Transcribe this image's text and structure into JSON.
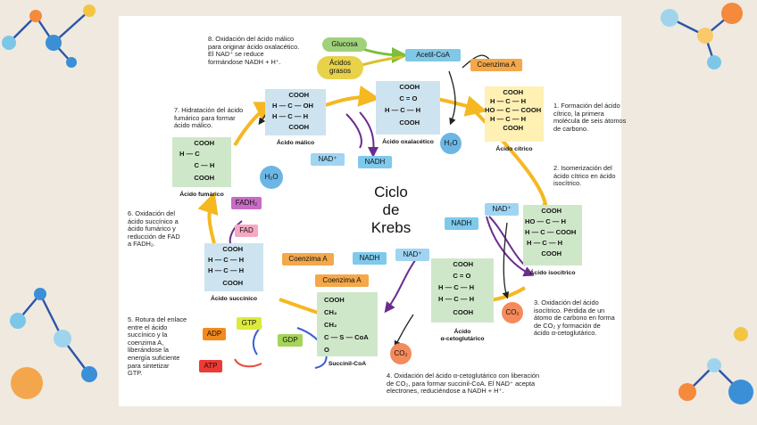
{
  "diagram_title": [
    "Ciclo",
    "de",
    "Krebs"
  ],
  "steps": [
    {
      "id": "step-1",
      "text": "1. Formación del ácido\ncítrico, la primera\nmolécula de seis átomos\nde carbono."
    },
    {
      "id": "step-2",
      "text": "2. Isomerización del\nácido cítrico en ácido\nisocítrico."
    },
    {
      "id": "step-3",
      "text": "3. Oxidación del ácido\nisocítrico. Pérdida de un\nátomo de carbono en forma\nde CO₂ y formación de\nácido α-cetoglutárico."
    },
    {
      "id": "step-4",
      "text": "4. Oxidación del ácido α-cetoglutárico con liberación\nde CO₂, para formar succinil-CoA. El NAD⁺ acepta\nelectrones, reduciéndose a NADH + H⁺."
    },
    {
      "id": "step-5",
      "text": "5. Rotura del enlace\nentre el ácido\nsuccínico y la\ncoenzima A,\nliberándose la\nenergía suficiente\npara sintetizar\nGTP."
    },
    {
      "id": "step-6",
      "text": "6. Oxidación del\nácido succínico a\nácido fumárico y\nreducción de FAD\na FADH₂."
    },
    {
      "id": "step-7",
      "text": "7. Hidratación del ácido\nfumárico para formar\nácido málico."
    },
    {
      "id": "step-8",
      "text": "8. Oxidación del ácido málico\npara originar ácido oxalacético.\nEl NAD⁺ se reduce\nformándose NADH + H⁺."
    }
  ],
  "molecules": {
    "citrico": {
      "name": "Ácido cítrico",
      "rows": [
        "   COOH",
        "H — C — H",
        "HO — C — COOH",
        "H — C — H",
        "   COOH"
      ]
    },
    "isocitrico": {
      "name": "Ácido isocítrico",
      "rows": [
        "   COOH",
        "HO — C — H",
        "H — C — COOH",
        "H — C — H",
        "   COOH"
      ]
    },
    "cetoglutarico": {
      "name": "Ácido\nα-cetoglutárico",
      "rows": [
        "   COOH",
        "   C = O",
        "H — C — H",
        "H — C — H",
        "   COOH"
      ]
    },
    "succinilcoa": {
      "name": "Succinil-CoA",
      "rows": [
        "COOH",
        "CH₂",
        "CH₂",
        "C — S — CoA",
        "O"
      ]
    },
    "succinico": {
      "name": "Ácido succínico",
      "rows": [
        "   COOH",
        "H — C — H",
        "H — C — H",
        "   COOH"
      ]
    },
    "fumarico": {
      "name": "Ácido fumárico",
      "rows": [
        "   COOH",
        "H — C",
        "     C — H",
        "   COOH"
      ]
    },
    "malico": {
      "name": "Ácido málico",
      "rows": [
        "   COOH",
        "H — C — OH",
        "H — C — H",
        "   COOH"
      ]
    },
    "oxalacetico": {
      "name": "Ácido oxalacético",
      "rows": [
        "   COOH",
        "   C = O",
        "H — C — H",
        "   COOH"
      ]
    }
  },
  "labels": {
    "glucosa": "Glucosa",
    "acidos_grasos": "Ácidos\ngrasos",
    "acetil_coa": "Acetil-CoA",
    "coenzima_a": "Coenzima A",
    "nad_plus": "NAD⁺",
    "nadh": "NADH",
    "h2o": "H₂O",
    "co2": "CO₂",
    "fadh2": "FADH₂",
    "fad": "FAD",
    "gtp": "GTP",
    "gdp": "GDP",
    "adp": "ADP",
    "atp": "ATP"
  },
  "colors": {
    "cycle_arrow": "#f5b821",
    "molecule_green": "#cfe7c9",
    "molecule_blue": "#cde3ef",
    "molecule_yellow": "#fff0b3",
    "nad_box": "#9fd4f2",
    "nadh_box": "#7ec9ec",
    "coenzyme_box": "#f4a84a",
    "acetyl_box": "#7fc8e6",
    "fad_box": "#f6a8c3",
    "fadh2_box": "#c86bc5",
    "gtp_box": "#ddea3b",
    "gdp_box": "#a5d45a",
    "adp_box": "#f28a1c",
    "atp_box": "#ee3a35",
    "water": "#6cb6e6",
    "co2": "#f58a5c",
    "purple_arrow": "#6a2d8f"
  }
}
